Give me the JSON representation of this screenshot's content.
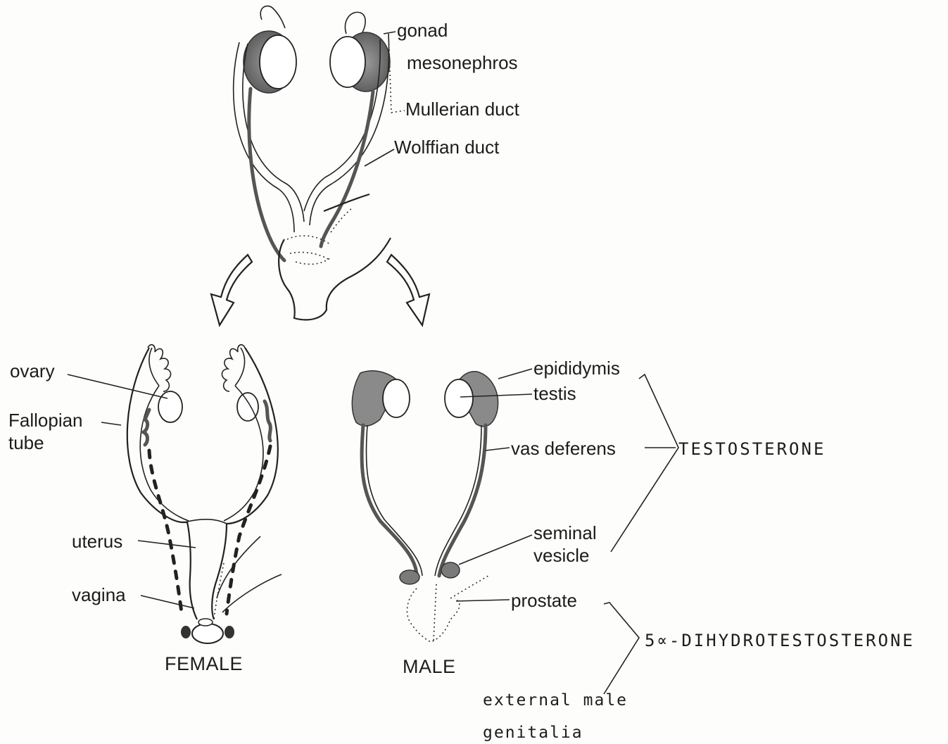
{
  "labels": {
    "gonad": "gonad",
    "mesonephros": "mesonephros",
    "mullerian": "Mullerian duct",
    "wolffian": "Wolffian duct",
    "ovary": "ovary",
    "fallopian_1": "Fallopian",
    "fallopian_2": "tube",
    "uterus": "uterus",
    "vagina": "vagina",
    "female": "FEMALE",
    "epididymis": "epididymis",
    "testis": "testis",
    "vas_deferens": "vas deferens",
    "seminal_1": "seminal",
    "seminal_2": "vesicle",
    "prostate": "prostate",
    "male": "MALE",
    "testosterone": "TESTOSTERONE",
    "dht": "5∝-DIHYDROTESTOSTERONE",
    "external_1": "external male",
    "external_2": "genitalia"
  }
}
